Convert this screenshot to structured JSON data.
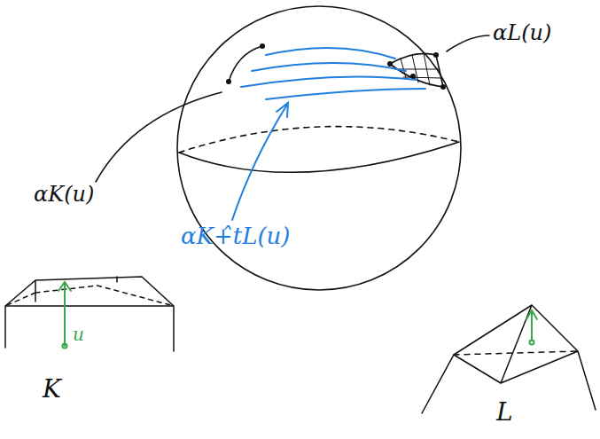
{
  "diagram": {
    "labels": [
      "αL(u)",
      "αK(u)",
      "αK+̂tL(u)",
      "u",
      "K",
      "L"
    ]
  }
}
